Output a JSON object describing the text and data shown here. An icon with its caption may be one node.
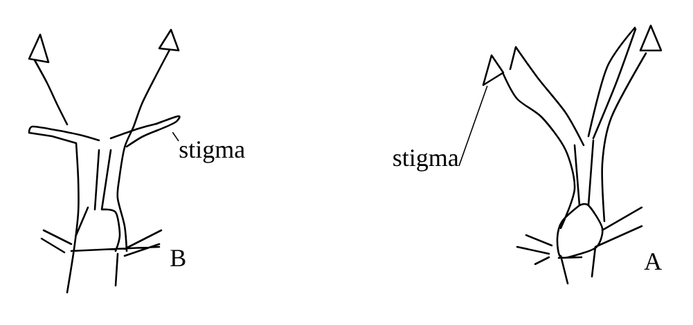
{
  "diagram": {
    "nodes": [
      {
        "text": [
          "stigma"
        ]
      },
      {
        "text": [],
        "shape": "picture"
      },
      {
        "text": [
          "stigma"
        ]
      },
      {
        "text": [],
        "shape": "picture"
      }
    ],
    "edges": [
      {
        "from": 0,
        "to": 1,
        "arrow": "none"
      },
      {
        "from": 2,
        "to": 3,
        "arrow": "none"
      }
    ],
    "labels": [
      "B",
      "A"
    ]
  }
}
